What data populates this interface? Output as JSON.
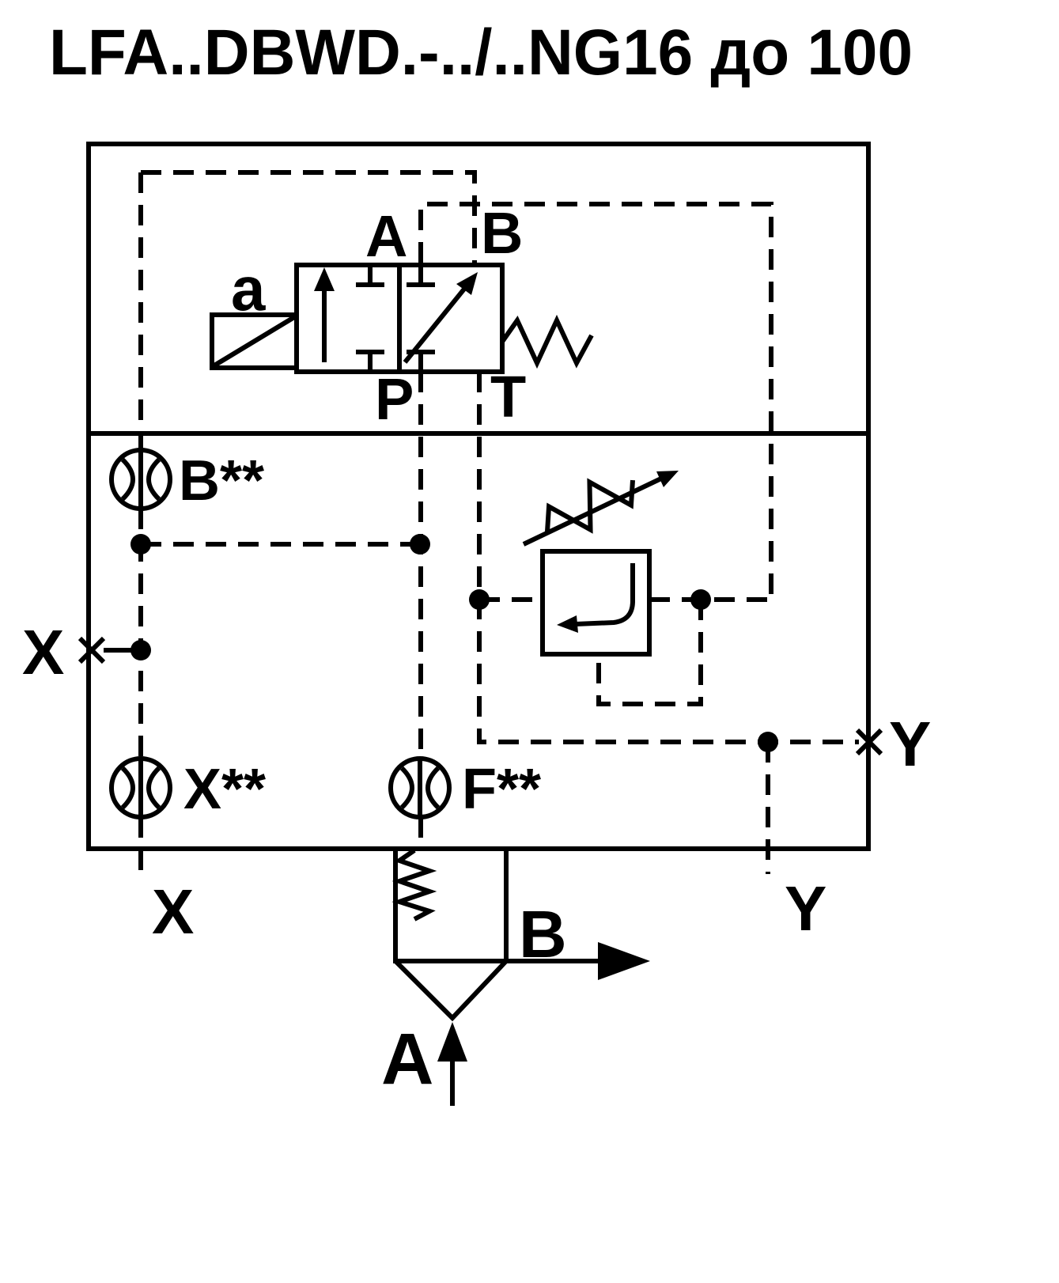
{
  "title": "LFA..DBWD.-../..NG16 до 100",
  "colors": {
    "line": "#000000",
    "background": "#ffffff"
  },
  "pilot_valve": {
    "solenoid_label": "a",
    "port_a": "A",
    "port_b": "B",
    "port_p": "P",
    "port_t": "T"
  },
  "orifices": {
    "b": "B**",
    "x": "X**",
    "f": "F**"
  },
  "external_ports": {
    "x_side": "X",
    "y_side": "Y",
    "x_bottom": "X",
    "y_bottom": "Y"
  },
  "main_valve": {
    "outlet": "B",
    "inlet": "A"
  }
}
